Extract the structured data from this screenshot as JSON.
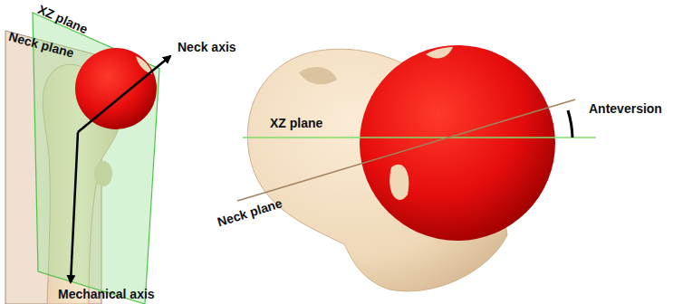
{
  "diagram": {
    "labels": [
      "XZ plane",
      "Neck plane",
      "Neck axis",
      "Mechanical axis",
      "XZ plane",
      "Neck plane",
      "Anteversion"
    ]
  }
}
